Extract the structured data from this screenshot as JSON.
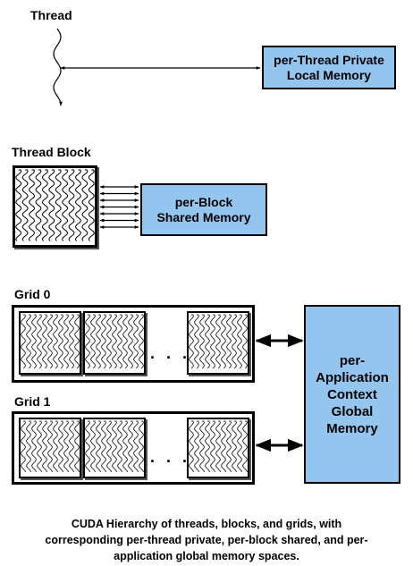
{
  "thread": {
    "label": "Thread",
    "memory": "per-Thread Private\nLocal Memory"
  },
  "block": {
    "label": "Thread Block",
    "memory": "per-Block\nShared Memory"
  },
  "grids": [
    {
      "label": "Grid 0",
      "ellipsis": ". . ."
    },
    {
      "label": "Grid 1",
      "ellipsis": ". . ."
    }
  ],
  "global_memory": "per-\nApplication\nContext\nGlobal\nMemory",
  "caption": "CUDA Hierarchy of threads, blocks, and grids, with\ncorresponding per-thread private, per-block shared, and per-\napplication global memory spaces.",
  "colors": {
    "memory_fill": "#94c5ee",
    "stroke": "#000000"
  }
}
